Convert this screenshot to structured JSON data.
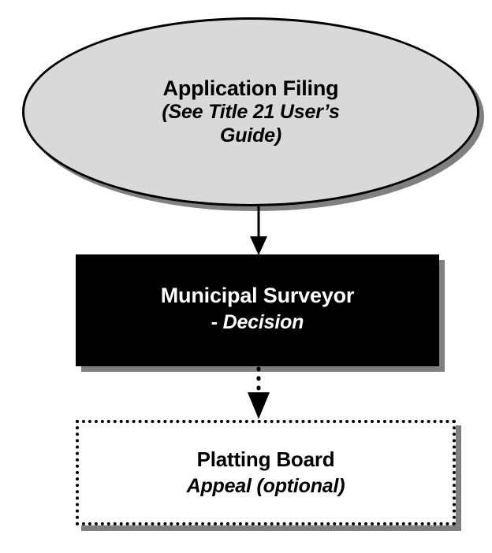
{
  "diagram": {
    "type": "flowchart",
    "orientation": "vertical-top-down",
    "background_color": "#FFFFFF",
    "shadow_color": "#808080",
    "nodes": [
      {
        "id": "application-filing",
        "shape": "ellipse",
        "fill_color": "#D9D9D9",
        "border_color": "#000000",
        "text_color": "#000000",
        "line1": "Application Filing",
        "line2": "(See Title 21 User’s",
        "line3": "Guide)"
      },
      {
        "id": "municipal-surveyor",
        "shape": "rectangle",
        "fill_color": "#000000",
        "border_color": "#000000",
        "text_color": "#FFFFFF",
        "line1": "Municipal Surveyor",
        "line2": "- Decision"
      },
      {
        "id": "platting-board",
        "shape": "rectangle-dotted",
        "fill_color": "#FFFFFF",
        "border_color": "#000000",
        "border_style": "dotted",
        "text_color": "#000000",
        "line1": "Platting Board",
        "line2": "Appeal (optional)"
      }
    ],
    "connectors": [
      {
        "id": "filing-to-surveyor",
        "from": "application-filing",
        "to": "municipal-surveyor",
        "style": "solid",
        "arrowhead": "filled-triangle",
        "color": "#000000"
      },
      {
        "id": "surveyor-to-platting-board",
        "from": "municipal-surveyor",
        "to": "platting-board",
        "style": "dotted",
        "arrowhead": "filled-triangle",
        "color": "#000000"
      }
    ]
  }
}
